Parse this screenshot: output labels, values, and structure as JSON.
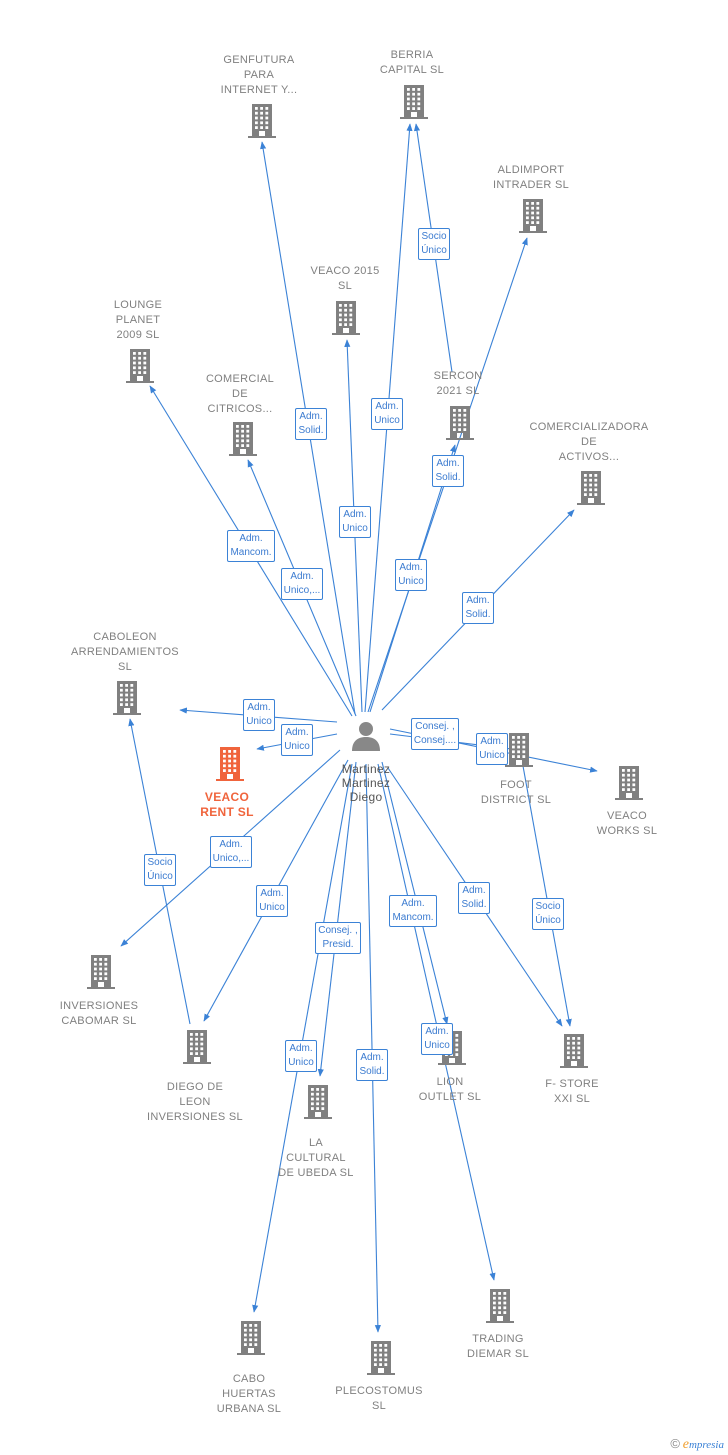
{
  "colors": {
    "edge": "#3b82d6",
    "company": "#808080",
    "focus": "#f0643c",
    "person": "#888888"
  },
  "person": {
    "id": "p",
    "label": "Martinez\nMartinez\nDiego",
    "icon": "person-icon"
  },
  "nodes": [
    {
      "id": "genfutura",
      "label": "GENFUTURA\nPARA\nINTERNET Y...",
      "icon": "building-icon"
    },
    {
      "id": "berria",
      "label": "BERRIA\nCAPITAL  SL",
      "icon": "building-icon"
    },
    {
      "id": "aldimport",
      "label": "ALDIMPORT\nINTRADER  SL",
      "icon": "building-icon"
    },
    {
      "id": "veaco2015",
      "label": "VEACO 2015\nSL",
      "icon": "building-icon"
    },
    {
      "id": "lounge",
      "label": "LOUNGE\nPLANET\n2009 SL",
      "icon": "building-icon"
    },
    {
      "id": "comercial",
      "label": "COMERCIAL\nDE\nCITRICOS...",
      "icon": "building-icon"
    },
    {
      "id": "sercon",
      "label": "SERCON\n2021 SL",
      "icon": "building-icon"
    },
    {
      "id": "comercializadora",
      "label": "COMERCIALIZADORA\nDE\nACTIVOS...",
      "icon": "building-icon"
    },
    {
      "id": "caboleon",
      "label": "CABOLEON\nARRENDAMIENTOS\nSL",
      "icon": "building-icon"
    },
    {
      "id": "veacorent",
      "label": "VEACO\nRENT  SL",
      "icon": "building-icon",
      "focus": true
    },
    {
      "id": "foot",
      "label": "FOOT\nDISTRICT SL",
      "icon": "building-icon"
    },
    {
      "id": "veacoworks",
      "label": "VEACO\nWORKS  SL",
      "icon": "building-icon"
    },
    {
      "id": "cabomar",
      "label": "INVERSIONES\nCABOMAR SL",
      "icon": "building-icon"
    },
    {
      "id": "diegoleon",
      "label": "DIEGO DE\nLEON\nINVERSIONES SL",
      "icon": "building-icon"
    },
    {
      "id": "lion",
      "label": "LION\nOUTLET  SL",
      "icon": "building-icon"
    },
    {
      "id": "fstore",
      "label": "F- STORE\nXXI  SL",
      "icon": "building-icon"
    },
    {
      "id": "cultural",
      "label": "LA\nCULTURAL\nDE UBEDA  SL",
      "icon": "building-icon"
    },
    {
      "id": "trading",
      "label": "TRADING\nDIEMAR  SL",
      "icon": "building-icon"
    },
    {
      "id": "cabohuertas",
      "label": "CABO\nHUERTAS\nURBANA SL",
      "icon": "building-icon"
    },
    {
      "id": "plecostomus",
      "label": "PLECOSTOMUS\nSL",
      "icon": "building-icon"
    }
  ],
  "edges": [
    {
      "from": "p",
      "to": "genfutura",
      "label": "Adm.\nSolid."
    },
    {
      "from": "p",
      "to": "berria",
      "label": "Adm.\nUnico"
    },
    {
      "from": "sercon",
      "to": "berria",
      "label": "Socio\nÚnico"
    },
    {
      "from": "p",
      "to": "aldimport",
      "label": "Adm.\nSolid."
    },
    {
      "from": "p",
      "to": "veaco2015",
      "label": "Adm.\nUnico"
    },
    {
      "from": "p",
      "to": "lounge",
      "label": "Adm.\nMancom."
    },
    {
      "from": "p",
      "to": "comercial",
      "label": "Adm.\nUnico,..."
    },
    {
      "from": "p",
      "to": "sercon",
      "label": "Adm.\nUnico"
    },
    {
      "from": "p",
      "to": "comercializadora",
      "label": "Adm.\nSolid."
    },
    {
      "from": "p",
      "to": "caboleon",
      "label": "Adm.\nUnico"
    },
    {
      "from": "p",
      "to": "veacorent",
      "label": "Adm.\nUnico"
    },
    {
      "from": "p",
      "to": "veacoworks",
      "label": "Consej. ,\nConsej...."
    },
    {
      "from": "p",
      "to": "foot",
      "label": "Adm.\nUnico"
    },
    {
      "from": "diegoleon",
      "to": "caboleon",
      "label": "Socio\nÚnico"
    },
    {
      "from": "p",
      "to": "cabomar",
      "label": "Adm.\nUnico,..."
    },
    {
      "from": "p",
      "to": "diegoleon",
      "label": "Adm.\nUnico"
    },
    {
      "from": "p",
      "to": "cultural",
      "label": "Consej. ,\nPresid."
    },
    {
      "from": "p",
      "to": "lion",
      "label": "Adm.\nMancom."
    },
    {
      "from": "p",
      "to": "fstore",
      "label": "Adm.\nSolid."
    },
    {
      "from": "foot",
      "to": "fstore",
      "label": "Socio\nÚnico"
    },
    {
      "from": "p",
      "to": "cabohuertas",
      "label": "Adm.\nUnico"
    },
    {
      "from": "p",
      "to": "plecostomus",
      "label": "Adm.\nSolid."
    },
    {
      "from": "p",
      "to": "trading",
      "label": "Adm.\nUnico"
    }
  ],
  "footer": {
    "copyright": "©",
    "brand_initial": "e",
    "brand_rest": "mpresia"
  }
}
